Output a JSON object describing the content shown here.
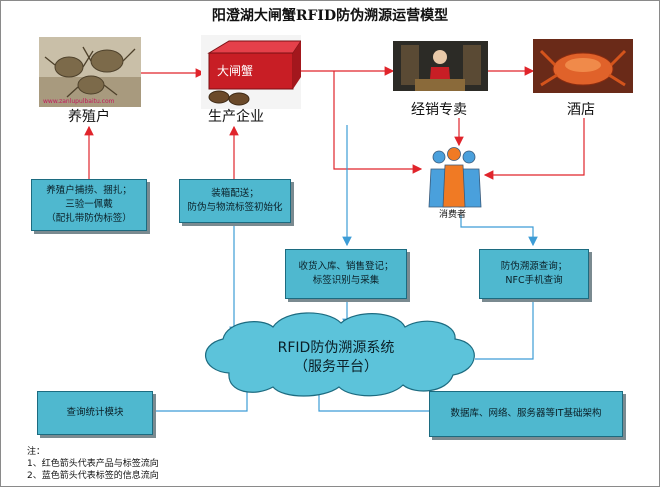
{
  "title": "阳澄湖大闸蟹RFID防伪溯源运营模型",
  "nodes": {
    "farmer": "养殖户",
    "producer": "生产企业",
    "distributor": "经销专卖",
    "hotel": "酒店",
    "consumer": "消费者"
  },
  "photo_caption": "www.zanlupulbaitu.com",
  "box_logo_text": "大闸蟹",
  "boxes": {
    "farmer_task": [
      "养殖户捕捞、捆扎；",
      "三验一佩戴",
      "（配扎带防伪标签）"
    ],
    "producer_task": [
      "装箱配送；",
      "防伪与物流标签初始化"
    ],
    "distributor_task": [
      "收货入库、销售登记；",
      "标签识别与采集"
    ],
    "consumer_task": [
      "防伪溯源查询；",
      "NFC手机查询"
    ],
    "stats_module": "查询统计模块",
    "infrastructure": "数据库、网络、服务器等IT基础架构"
  },
  "cloud": [
    "RFID防伪溯源系统",
    "（服务平台）"
  ],
  "notes": [
    "注：",
    "1、红色箭头代表产品与标签流向",
    "2、蓝色箭头代表标签的信息流向"
  ],
  "colors": {
    "product_flow": "#e0242b",
    "info_flow": "#3d9cd6",
    "box_fill": "#4fb8cf",
    "cloud_fill": "#5cc3da"
  }
}
